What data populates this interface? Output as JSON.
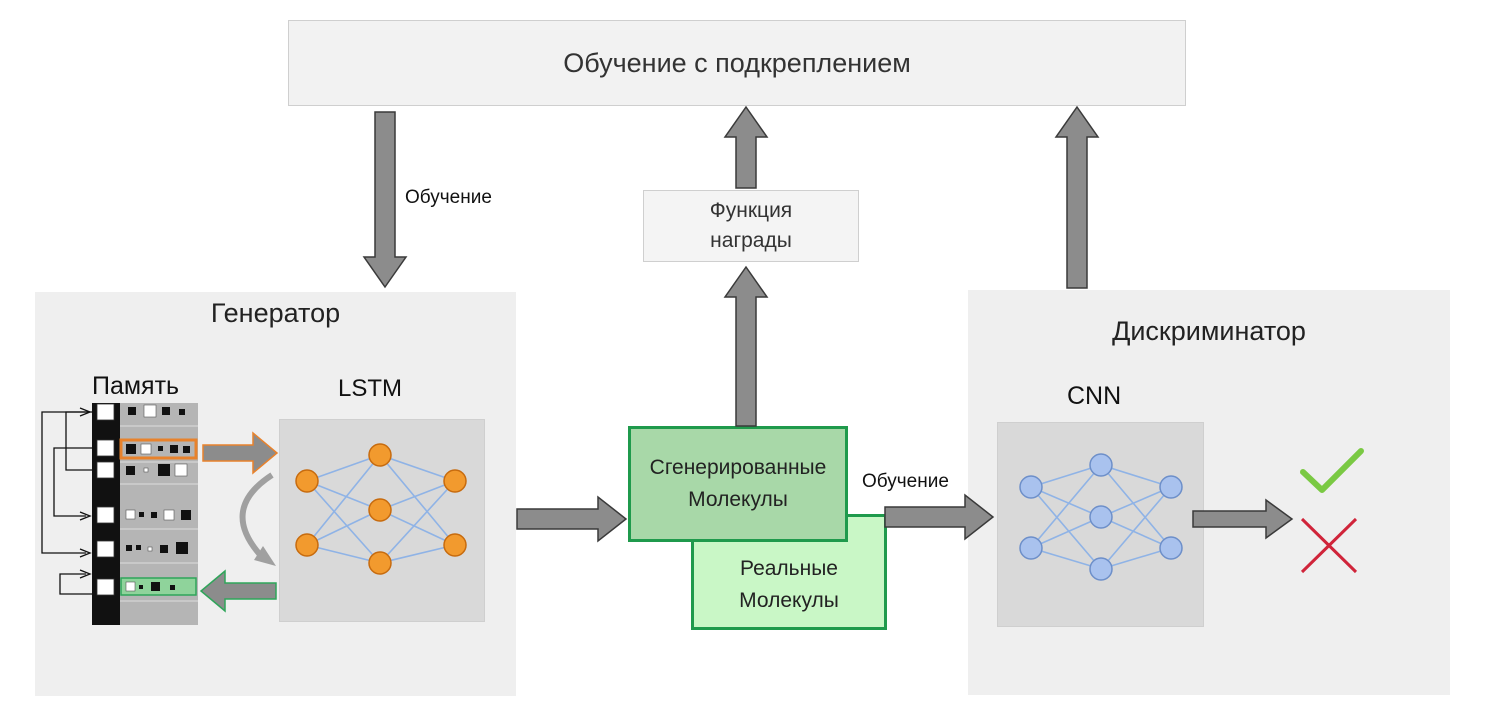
{
  "rl_box": {
    "label": "Обучение с подкреплением"
  },
  "reward_box": {
    "line1": "Функция",
    "line2": "награды"
  },
  "arrows": {
    "train_left": "Обучение",
    "train_right": "Обучение"
  },
  "generator": {
    "title": "Генератор",
    "memory_label": "Память",
    "network_label": "LSTM"
  },
  "generated_molecules": {
    "line1": "Сгенерированные",
    "line2": "Молекулы"
  },
  "real_molecules": {
    "line1": "Реальные",
    "line2": "Молекулы"
  },
  "discriminator": {
    "title": "Дискриминатор",
    "network_label": "CNN"
  },
  "colors": {
    "arrow_fill": "#8c8c8c",
    "arrow_stroke": "#3a3a3a",
    "lstm_node": "#f29a2e",
    "cnn_node": "#a9c2ee",
    "network_edge": "#8fb3e6",
    "molecule_border": "#1f9a4c",
    "generated_fill": "#a8d8a8",
    "real_fill": "#c9f7c6",
    "check": "#7ac943",
    "cross": "#d0243a",
    "memory_highlight_read": "#e8822c",
    "memory_highlight_write": "#2fa55a"
  },
  "icons": {
    "accept": "check-icon",
    "reject": "cross-icon"
  }
}
